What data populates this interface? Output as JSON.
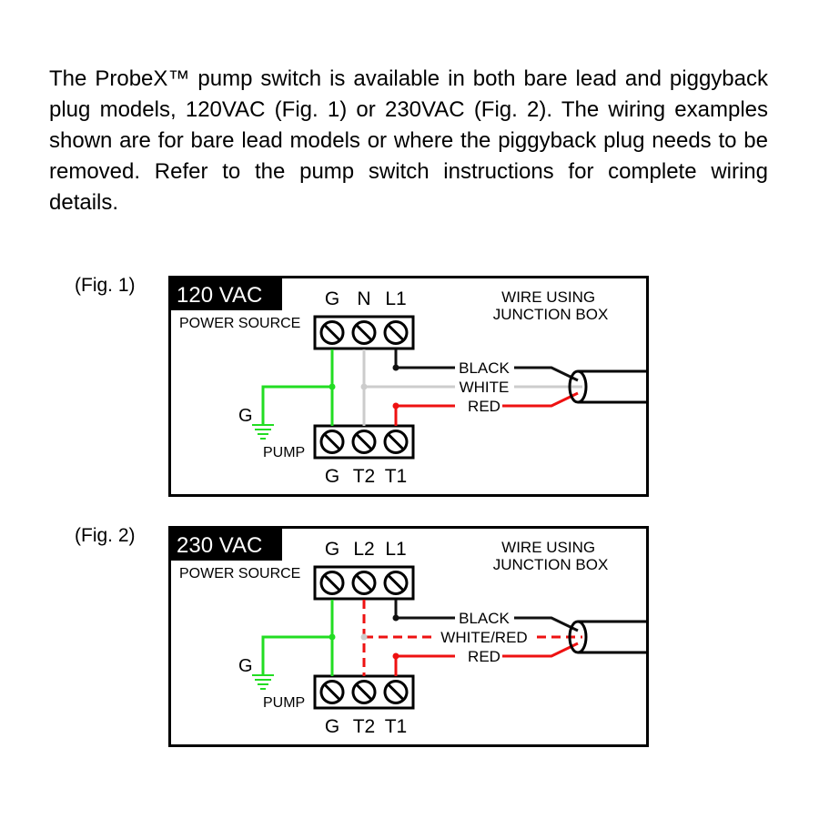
{
  "intro_text": "The ProbeX™ pump switch is available in both bare lead and piggyback plug models, 120VAC (Fig. 1) or 230VAC (Fig. 2). The wiring examples shown are for bare lead models or where the piggyback plug needs to be removed. Refer to the pump switch instructions for complete wiring details.",
  "colors": {
    "ground": "#22dd22",
    "hot": "#111111",
    "neutral": "#cccccc",
    "red": "#ee1111"
  },
  "figures": [
    {
      "label": "(Fig. 1)",
      "voltage": "120 VAC",
      "source_label": "POWER SOURCE",
      "pump_label": "PUMP",
      "ground_label": "G",
      "top_terminals": [
        "G",
        "N",
        "L1"
      ],
      "bottom_terminals": [
        "G",
        "T2",
        "T1"
      ],
      "junction_label": "WIRE USING\nJUNCTION BOX",
      "wires": [
        "BLACK",
        "WHITE",
        "RED"
      ]
    },
    {
      "label": "(Fig. 2)",
      "voltage": "230 VAC",
      "source_label": "POWER SOURCE",
      "pump_label": "PUMP",
      "ground_label": "G",
      "top_terminals": [
        "G",
        "L2",
        "L1"
      ],
      "bottom_terminals": [
        "G",
        "T2",
        "T1"
      ],
      "junction_label": "WIRE USING\nJUNCTION BOX",
      "wires": [
        "BLACK",
        "WHITE/RED",
        "RED"
      ]
    }
  ]
}
